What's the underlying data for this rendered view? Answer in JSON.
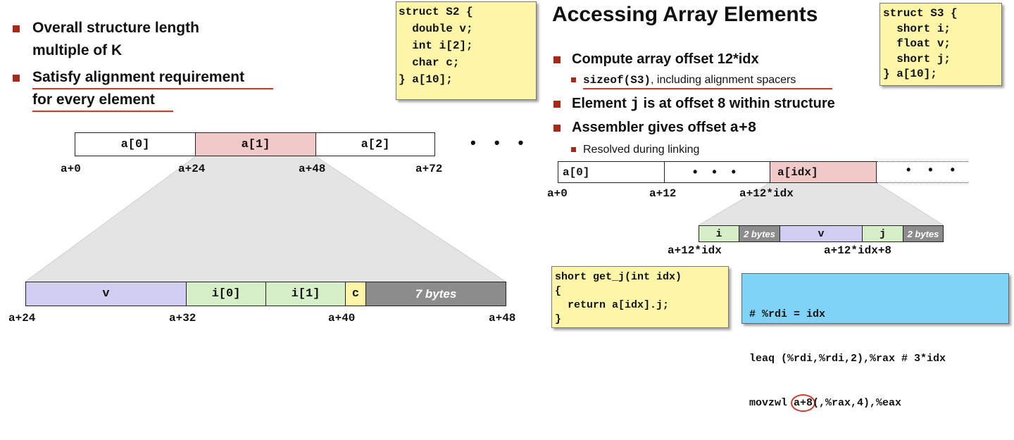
{
  "left": {
    "bullets": [
      {
        "line1": "Overall structure length",
        "line2": "multiple of K"
      },
      {
        "line1": "Satisfy alignment requirement",
        "line2": "for every element"
      }
    ],
    "struct_code": "struct S2 {\n  double v;\n  int i[2];\n  char c;\n} a[10];",
    "array_cells": [
      "a[0]",
      "a[1]",
      "a[2]"
    ],
    "array_offsets": [
      "a+0",
      "a+24",
      "a+48",
      "a+72"
    ],
    "detail_cells": [
      "v",
      "i[0]",
      "i[1]",
      "c",
      "7 bytes"
    ],
    "detail_offsets": [
      "a+24",
      "a+32",
      "a+40",
      "a+48"
    ],
    "ellipsis": "• • •"
  },
  "right": {
    "title": "Accessing Array Elements",
    "struct_code": "struct S3 {\n  short i;\n  float v;\n  short j;\n} a[10];",
    "bullet1": "Compute array offset 12*idx",
    "sub1_code": "sizeof(S3)",
    "sub1_text": ", including alignment spacers",
    "bullet2_pre": "Element ",
    "bullet2_code": "j",
    "bullet2_post": " is at offset 8 within structure",
    "bullet3_pre": "Assembler gives offset ",
    "bullet3_code": "a+8",
    "sub3_text": "Resolved during linking",
    "array_cells": [
      "a[0]",
      "• • •",
      "a[idx]"
    ],
    "array_offsets": [
      "a+0",
      "a+12",
      "a+12*idx"
    ],
    "detail_cells": [
      "i",
      "2 bytes",
      "v",
      "j",
      "2 bytes"
    ],
    "detail_offsets": [
      "a+12*idx",
      "a+12*idx+8"
    ],
    "ellipsis": "• • •",
    "c_code": "short get_j(int idx)\n{\n  return a[idx].j;\n}",
    "asm_line1": "# %rdi = idx",
    "asm_line2": "leaq (%rdi,%rdi,2),%rax # 3*idx",
    "asm_line3_pre": "movzwl ",
    "asm_line3_hl": "a+8",
    "asm_line3_post": "(,%rax,4),%eax"
  },
  "colors": {
    "bullet_red": "#a52a1a",
    "underline_red": "#d23a2a",
    "code_yellow": "#fdf6a8",
    "asm_blue": "#7fd3f7",
    "cell_pink": "#f2c9c9",
    "cell_purple": "#cfcdf2",
    "cell_green": "#d7efc9",
    "cell_yellow": "#fdf6a8",
    "cell_gray": "#8c8c8c"
  }
}
